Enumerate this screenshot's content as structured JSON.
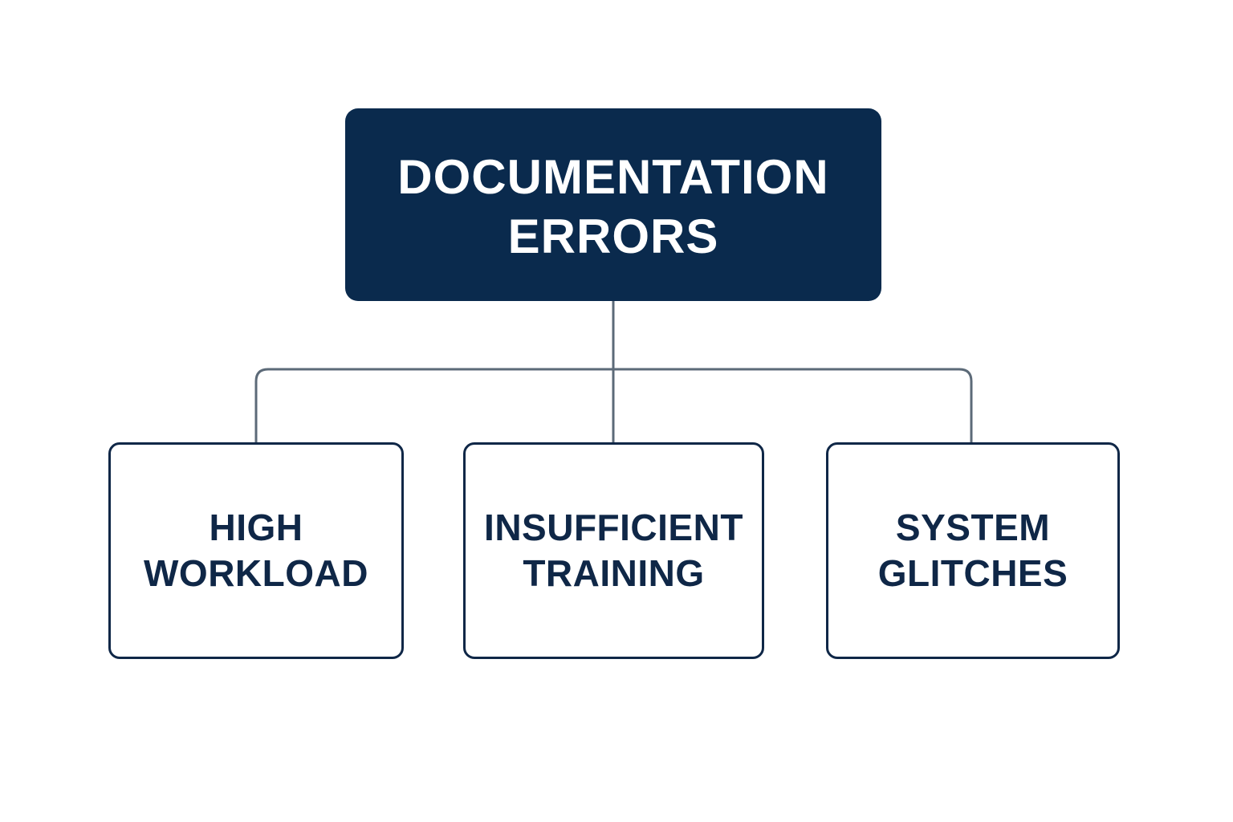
{
  "diagram": {
    "root": {
      "label": "DOCUMENTATION\nERRORS"
    },
    "children": [
      {
        "label": "HIGH\nWORKLOAD"
      },
      {
        "label": "INSUFFICIENT\nTRAINING"
      },
      {
        "label": "SYSTEM\nGLITCHES"
      }
    ]
  },
  "colors": {
    "root_fill": "#0a2a4d",
    "child_border": "#0f2747",
    "child_text": "#0f2747",
    "connector": "#5c6a78",
    "background": "#ffffff"
  }
}
